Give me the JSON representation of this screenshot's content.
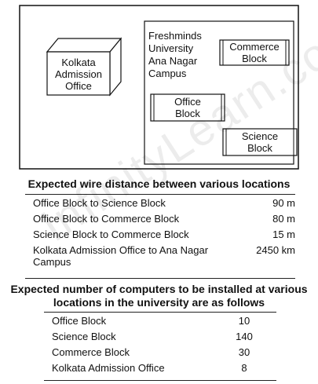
{
  "diagram": {
    "kolkata_lines": [
      "Kolkata",
      "Admission",
      "Office"
    ],
    "campus_lines": [
      "Freshminds",
      "University",
      "Ana Nagar",
      "Campus"
    ],
    "commerce_lines": [
      "Commerce",
      "Block"
    ],
    "office_lines": [
      "Office",
      "Block"
    ],
    "science_lines": [
      "Science",
      "Block"
    ]
  },
  "wire": {
    "heading": "Expected wire distance between various locations",
    "rows": [
      {
        "route": "Office Block to Science Block",
        "distance": "90 m"
      },
      {
        "route": "Office Block to Commerce Block",
        "distance": "80 m"
      },
      {
        "route": "Science Block to Commerce Block",
        "distance": "15 m"
      },
      {
        "route": "Kolkata Admission Office to Ana Nagar",
        "route2": "Campus",
        "distance": "2450 km"
      }
    ]
  },
  "computers": {
    "heading_line1": "Expected number of computers to be installed at various",
    "heading_line2": "locations in the university are as follows",
    "rows": [
      {
        "location": "Office Block",
        "count": "10"
      },
      {
        "location": "Science Block",
        "count": "140"
      },
      {
        "location": "Commerce Block",
        "count": "30"
      },
      {
        "location": "Kolkata Admission Office",
        "count": "8"
      }
    ]
  },
  "watermark": "InfinityLearn.com"
}
